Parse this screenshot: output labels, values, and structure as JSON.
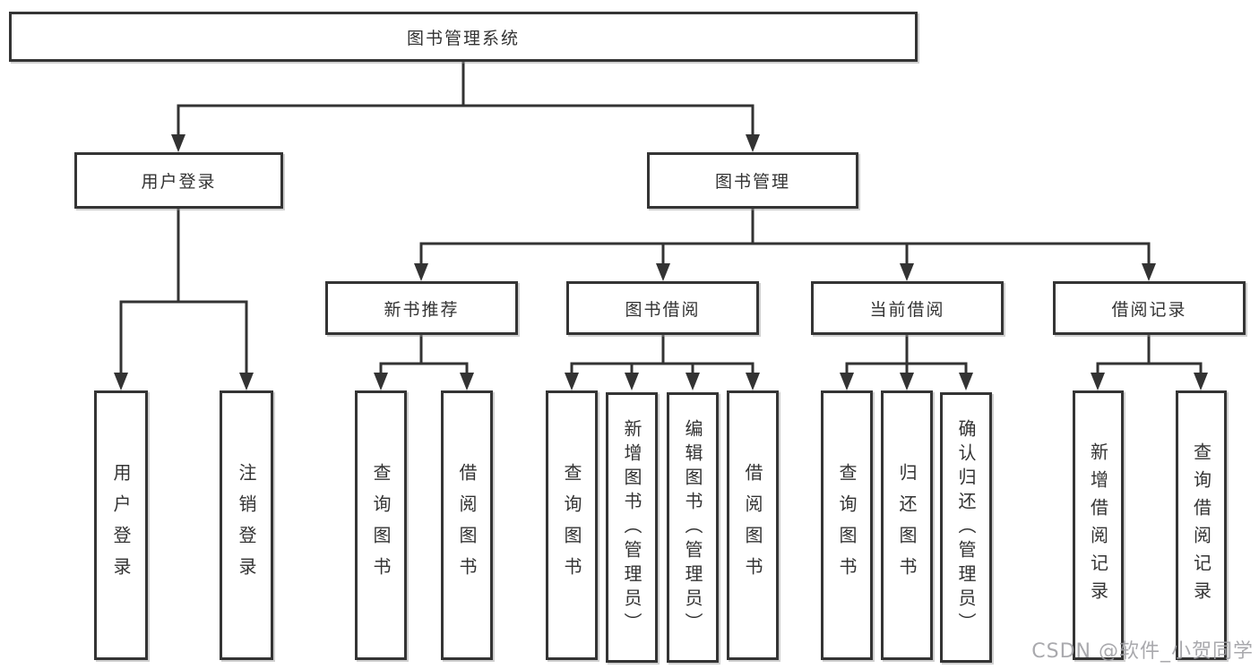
{
  "tree": {
    "root_label": "图书管理系统",
    "login_branch": {
      "label": "用户登录",
      "children": [
        "用户登录",
        "注销登录"
      ]
    },
    "mgmt_branch": {
      "label": "图书管理",
      "groups": [
        {
          "label": "新书推荐",
          "children": [
            "查询图书",
            "借阅图书"
          ]
        },
        {
          "label": "图书借阅",
          "children": [
            "查询图书",
            "新增图书（管理员）",
            "编辑图书（管理员）",
            "借阅图书"
          ]
        },
        {
          "label": "当前借阅",
          "children": [
            "查询图书",
            "归还图书",
            "确认归还（管理员）"
          ]
        },
        {
          "label": "借阅记录",
          "children": [
            "新增借阅记录",
            "查询借阅记录"
          ]
        }
      ]
    }
  },
  "watermark": "CSDN @软件_小贺同学",
  "colors": {
    "line": "#333333",
    "box_border": "#343434",
    "text": "#333333",
    "watermark": "#a0a0a4",
    "background": "#ffffff"
  }
}
